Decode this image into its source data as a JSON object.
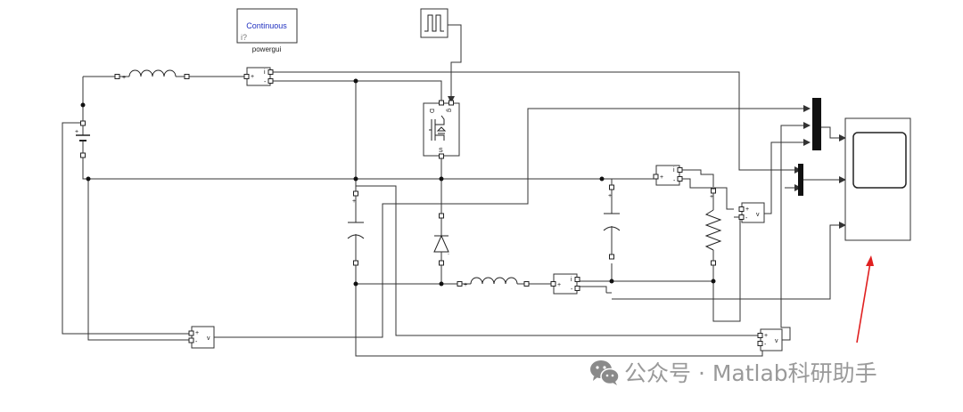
{
  "powergui": {
    "mode_label": "Continuous",
    "block_name": "powergui"
  },
  "port_marks": {
    "plus": "+",
    "minus": "-",
    "current": "i",
    "voltage": "v",
    "gate": "g",
    "drain": "D",
    "source": "S"
  },
  "watermark": {
    "text": "公众号 · Matlab科研助手",
    "icon": "wechat-icon"
  },
  "annotation": {
    "arrow_color": "#e02020"
  }
}
